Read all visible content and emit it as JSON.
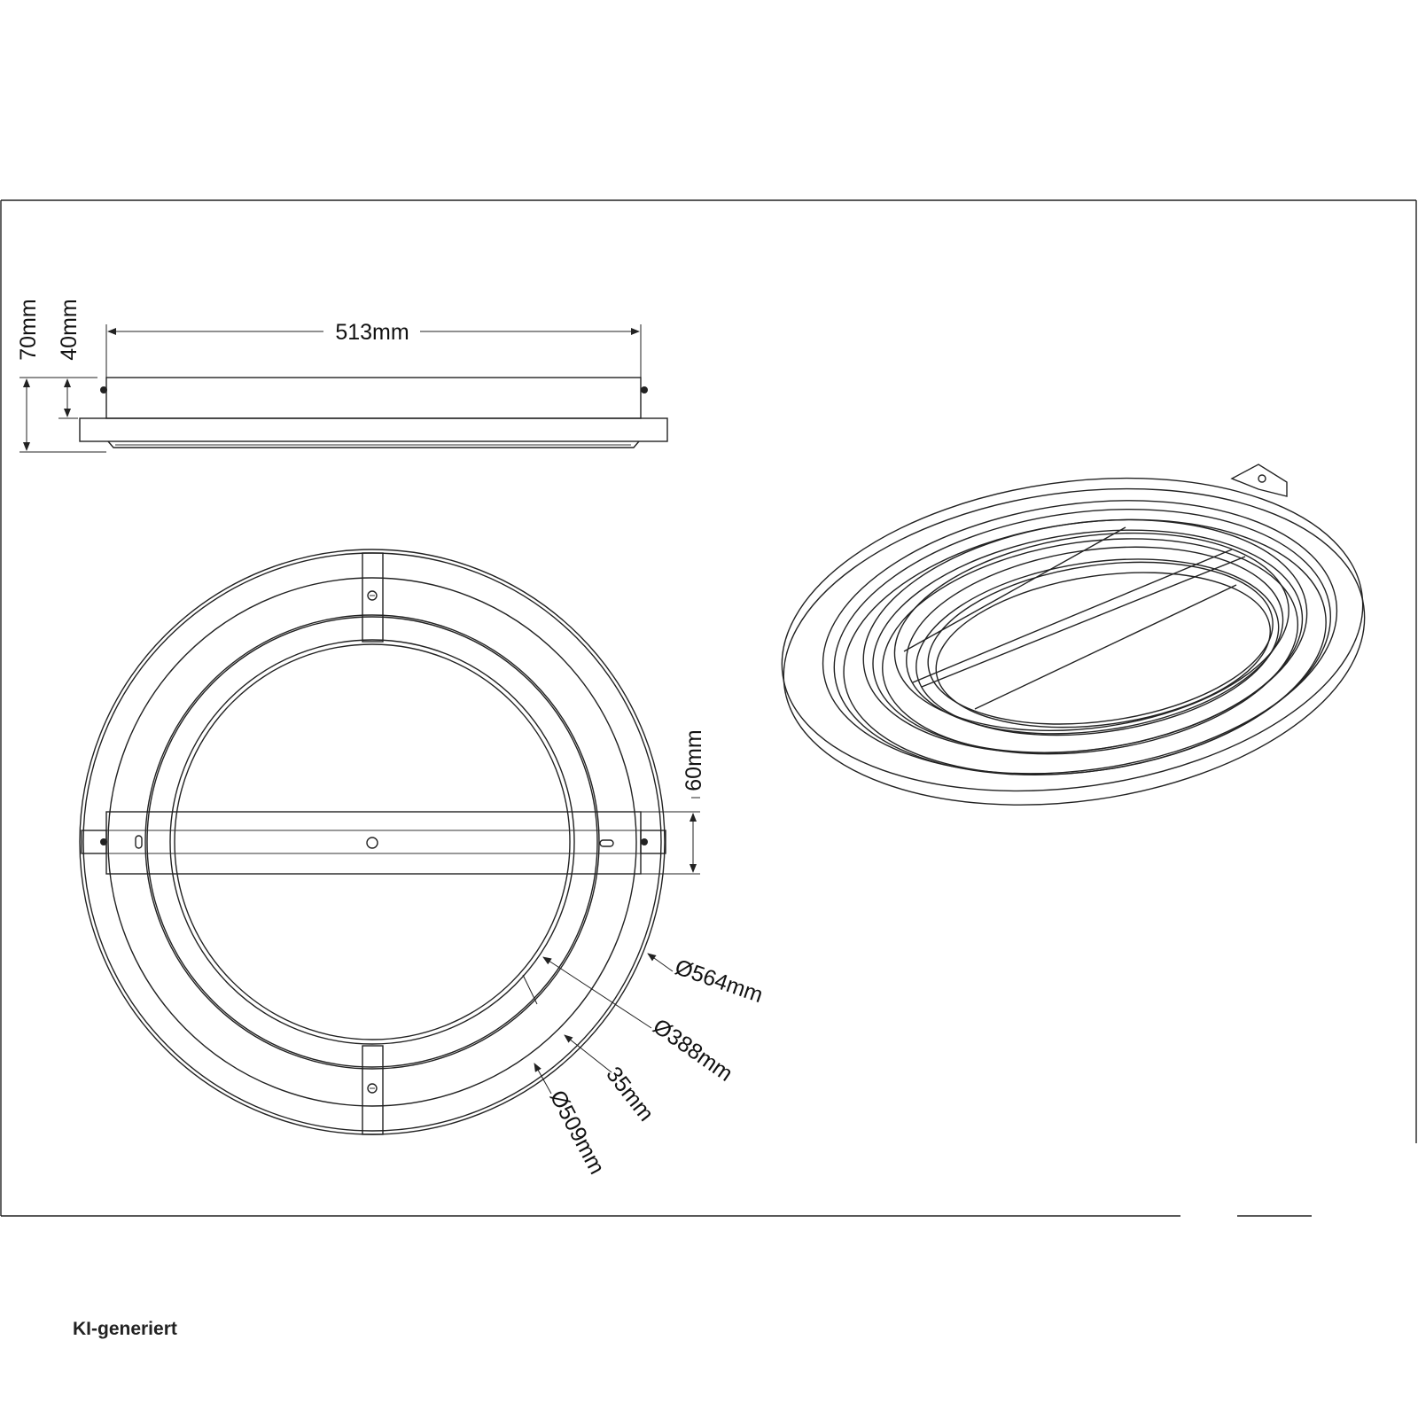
{
  "dimensions": {
    "width": "513mm",
    "total_height": "70mm",
    "body_height": "40mm",
    "bar_width": "60mm",
    "outer_diameter": "Ø564mm",
    "inner_diameter": "Ø388mm",
    "ring_width": "35mm",
    "ring_diameter": "Ø509mm"
  },
  "footer": {
    "note": "KI-generiert"
  },
  "colors": {
    "line": "#222222",
    "background": "#ffffff"
  }
}
